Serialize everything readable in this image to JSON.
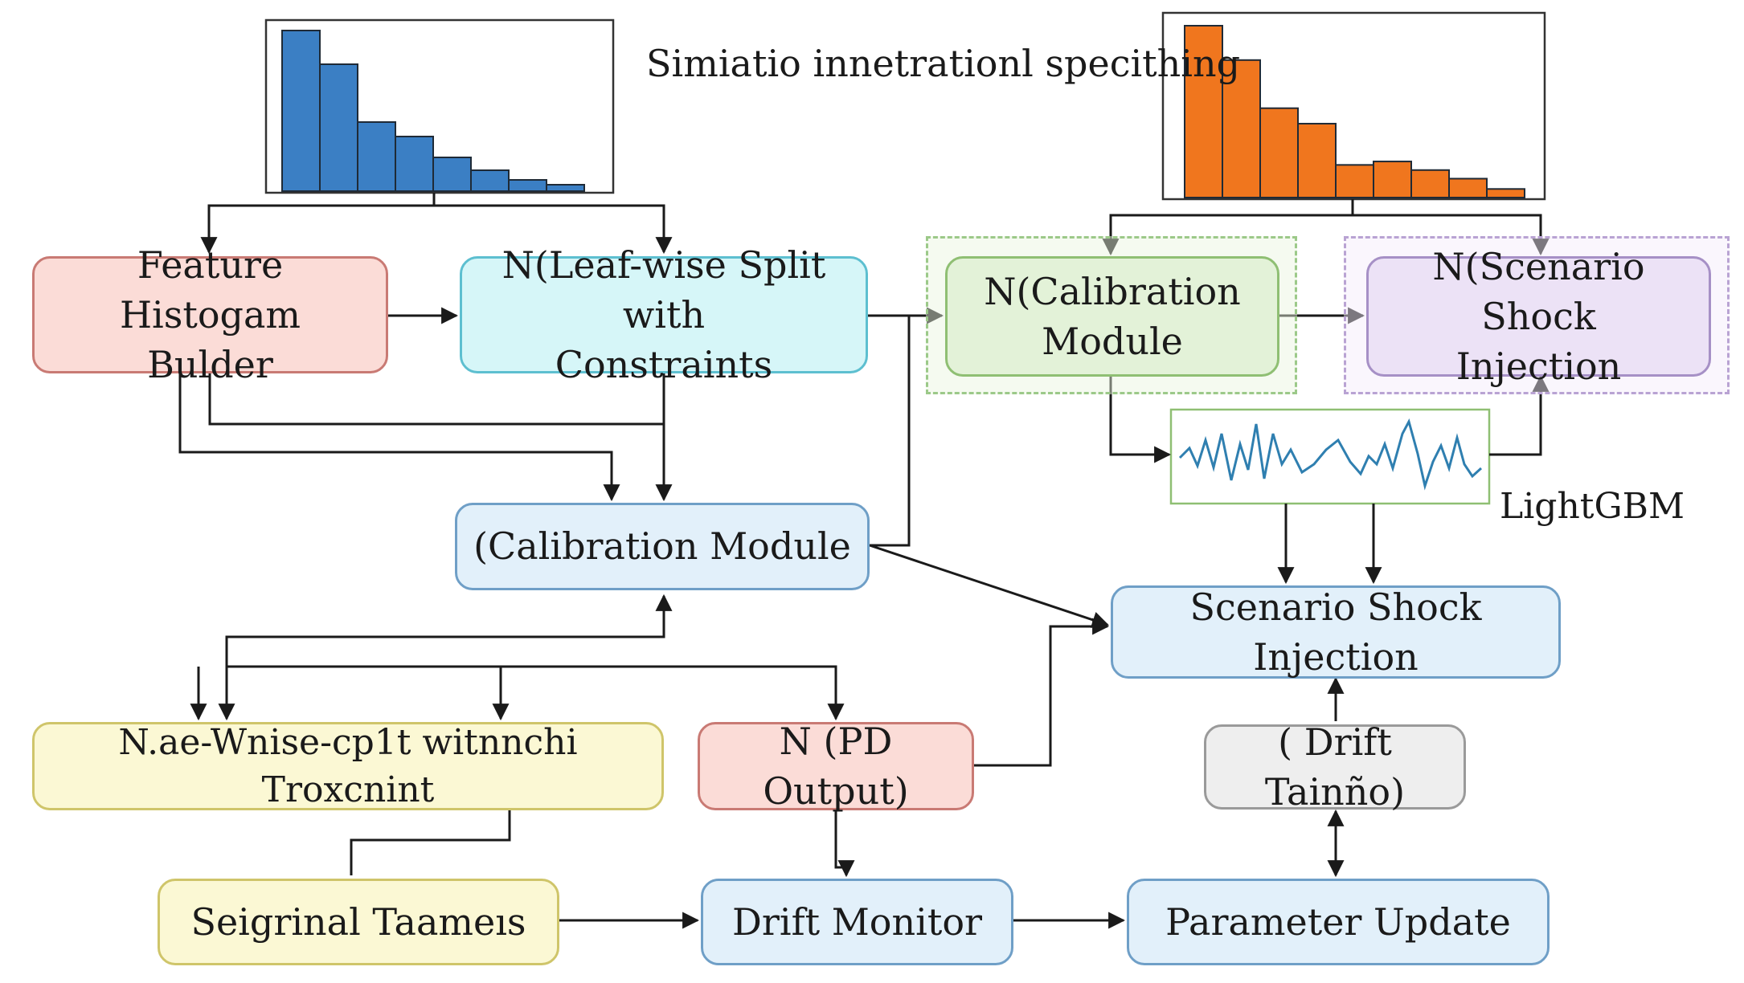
{
  "title": "Simiatio innetrationl specithing",
  "side_label": "LightGBM",
  "colors": {
    "hist_left": "#3b7fc4",
    "hist_right": "#f0761e",
    "edge": "#1a1a1a",
    "signal": "#2f7fb0"
  },
  "histograms": {
    "left": {
      "values": [
        100,
        79,
        43,
        34,
        21,
        13,
        7,
        4
      ]
    },
    "right": {
      "values": [
        100,
        80,
        52,
        43,
        19,
        21,
        16,
        11,
        5
      ]
    }
  },
  "nodes": {
    "feature_histogram": {
      "line1": "Feature Histogam",
      "line2": "Bulder",
      "fill": "#fbdcd7",
      "border": "#c97a74"
    },
    "leaf_split": {
      "line1": "N(Leaf-wise Split with",
      "line2": "Constraints",
      "fill": "#d6f6f8",
      "border": "#5dbfd0"
    },
    "calibration_top": {
      "line1": "N(Calibration",
      "line2": "Module",
      "fill": "#e3f2d8",
      "border": "#8fbf73"
    },
    "scenario_top": {
      "line1": "N(Scenario Shock",
      "line2": "Injection",
      "fill": "#ece2f6",
      "border": "#a690c6"
    },
    "calibration_mid": {
      "label": "(Calibration Module",
      "fill": "#e2f0fa",
      "border": "#6f9fc7"
    },
    "scenario_mid": {
      "label": "Scenario Shock Injection",
      "fill": "#e2f0fa",
      "border": "#6f9fc7"
    },
    "node_wise": {
      "label": "N.ae-Wnise-cp1t witnnchi Troxcnint",
      "fill": "#fbf8d4",
      "border": "#cfc56a"
    },
    "pd_output": {
      "label": "N (PD Output)",
      "fill": "#fbdcd7",
      "border": "#c97a74"
    },
    "drift_training": {
      "label": "( Drift Tainño)",
      "fill": "#eeeeee",
      "border": "#9a9a9a"
    },
    "seigrinal": {
      "label": "Seigrinal Taameıs",
      "fill": "#fbf8d4",
      "border": "#cfc56a"
    },
    "drift_monitor": {
      "label": "Drift Monitor",
      "fill": "#e2f0fa",
      "border": "#6f9fc7"
    },
    "parameter_update": {
      "label": "Parameter Update",
      "fill": "#e2f0fa",
      "border": "#6f9fc7"
    }
  }
}
